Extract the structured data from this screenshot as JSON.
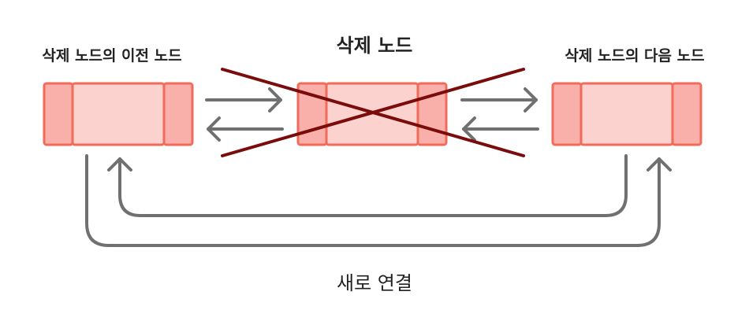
{
  "nodes": {
    "prev_label": "삭제 노드의 이전 노드",
    "deleted_label": "삭제 노드",
    "next_label": "삭제 노드의 다음 노드"
  },
  "reconnect_label": "새로 연결",
  "colors": {
    "node_fill": "#fcd2cf",
    "node_side_fill": "#f9b0aa",
    "node_stroke": "#f26a5a",
    "arrow": "#707070",
    "cross": "#7a0c0c",
    "text": "#222222"
  }
}
